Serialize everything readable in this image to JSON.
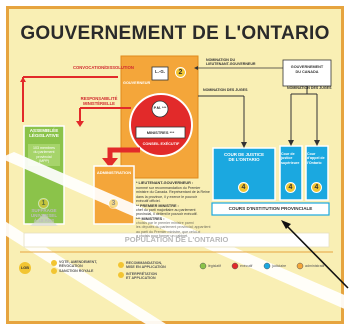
{
  "title": "GOUVERNEMENT DE L'ONTARIO",
  "convocation": "CONVOCATION/DISSOLUTION",
  "nomination_lt_gov": "NOMINATION DU\nLIEUTENANT-GOUVERNEUR",
  "gov_canada": "GOUVERNEMENT\nDU CANADA",
  "nomination_juges_left": "NOMINATION DES JUGES",
  "nomination_juges_right": "NOMINATION DES JUGES",
  "responsabilite": "RESPONSABILITÉ\nMINISTÉRIELLE",
  "gouverneur": "GOUVERNEUR",
  "lg_badge": "L.-G.",
  "pm_badge": "P.M. ***",
  "ministres": "MINISTRES ***",
  "conseil_executif": "CONSEIL EXÉCUTIF",
  "assemblee": "ASSEMBLÉE\nLÉGISLATIVE",
  "assemblee_sub": "103 membres\ndu parlement\nprovincial\n(MPP)",
  "administration": "ADMINISTRATION",
  "cour_justice": "COUR DE JUSTICE\nDE L'ONTARIO",
  "cour_superieure": "Cour de\njustice\nsupérieure",
  "cour_appel": "Cour\nd'appel de\nl'Ontario",
  "cours_institution": "COURS D'INSTITUTION PROVINCIALE",
  "note_lg_title": "* LIEUTENANT-GOUVERNEUR :",
  "note_lg_body": "nommé sur recommandation du Premier\nministre du Canada. Représentant de la Reine\ndans la province, il y exerce le pouvoir\nexécutif officiel.",
  "note_pm_title": "** PREMIER MINISTRE :",
  "note_pm_body": "chef du parti majoritaire au parlement\nprovincial, il détient le pouvoir exécutif.",
  "note_min_title": "*** MINISTRES :",
  "note_min_body": "choisis par le premier ministre parmi\nles députés du parlement provincial; appartient\nau parti du Premier ministre, que celui-ci\na choisis pour former un cabinet.",
  "suffrage": "SUFFRAGE\nUNIVERSEL\nÀ 18 ANS",
  "population": "POPULATION DE L'ONTARIO",
  "legend_vote": "VOTE, AMENDEMENT,\nRÉVOCATION",
  "legend_sanction": "SANCTION ROYALE",
  "legend_recommandation": "RECOMMANDATION,\nMISE EN APPLICATION",
  "legend_interpretation": "INTERPRÉTATION\nET APPLICATION",
  "legend_legislatif": "législatif",
  "legend_executif": "exécutif",
  "legend_judiciaire": "judiciaire",
  "legend_administratif": "administratif",
  "lgb": "LGB",
  "num1": "1",
  "num2": "2",
  "num3": "3",
  "num4": "4",
  "colors": {
    "legislatif": "#8bc34a",
    "executif": "#e22a2a",
    "judiciaire": "#1ba8e0",
    "administratif": "#f4a63a",
    "panel": "#f9efb4",
    "border": "#e6a43f"
  }
}
